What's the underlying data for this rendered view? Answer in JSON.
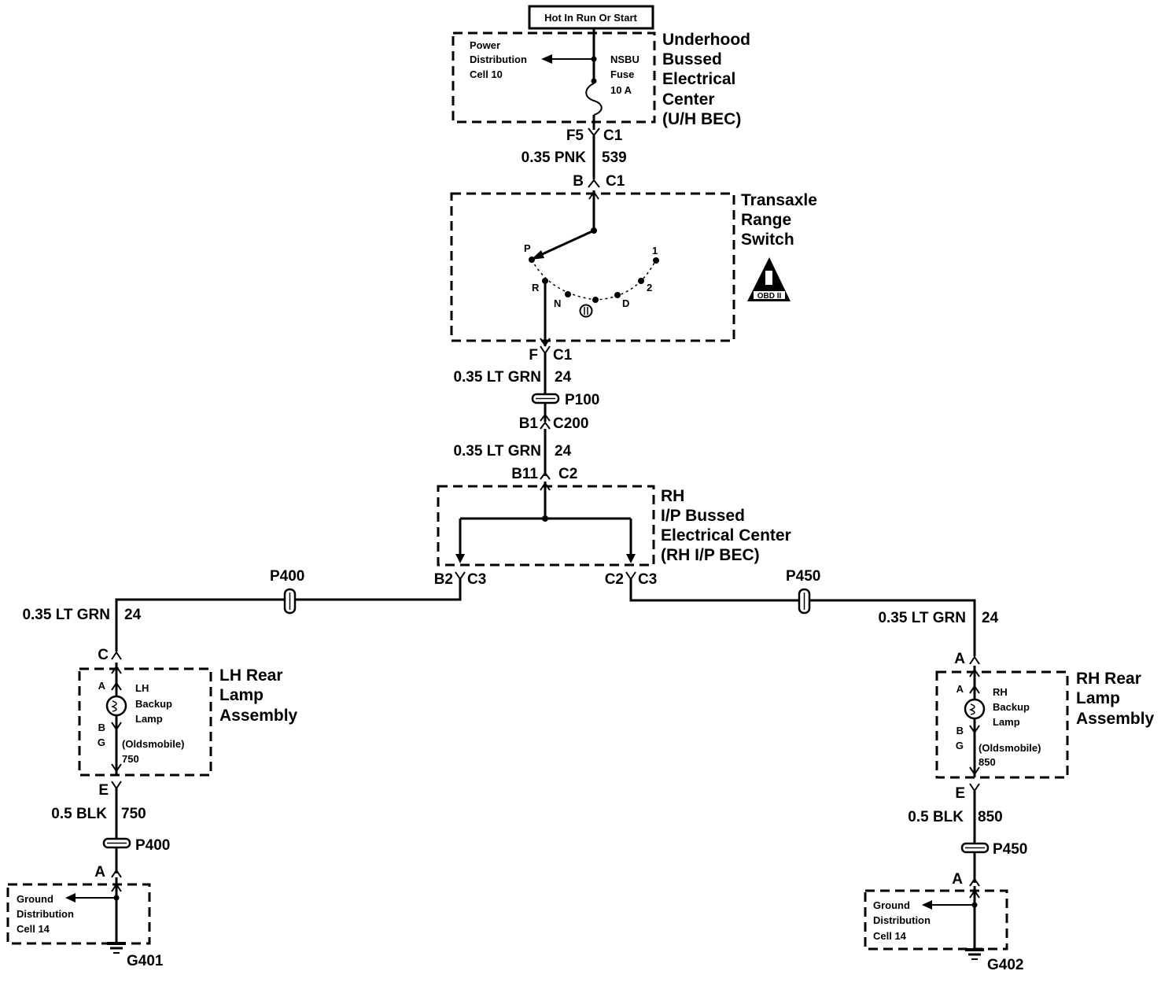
{
  "power_label": "Hot In Run Or Start",
  "components": {
    "ubec": {
      "name_lines": [
        "Underhood",
        "Bussed",
        "Electrical",
        "Center",
        "(U/H BEC)"
      ],
      "power_dist_lines": [
        "Power",
        "Distribution",
        "Cell 10"
      ],
      "fuse_lines": [
        "NSBU",
        "Fuse",
        "10 A"
      ]
    },
    "trs": {
      "name_lines": [
        "Transaxle",
        "Range",
        "Switch"
      ],
      "positions": [
        "P",
        "R",
        "N",
        "D",
        "2",
        "1"
      ],
      "obd_label": "OBD II"
    },
    "rhip": {
      "name_lines": [
        "RH",
        "I/P Bussed",
        "Electrical Center",
        "(RH I/P BEC)"
      ]
    },
    "lh_lamp": {
      "name_lines": [
        "LH Rear",
        "Lamp",
        "Assembly"
      ],
      "lamp_lines": [
        "LH",
        "Backup",
        "Lamp"
      ],
      "pin_a": "A",
      "pin_b": "B",
      "pin_g": "G",
      "oldsmobile": "(Oldsmobile)",
      "circuit": "750"
    },
    "rh_lamp": {
      "name_lines": [
        "RH Rear",
        "Lamp",
        "Assembly"
      ],
      "lamp_lines": [
        "RH",
        "Backup",
        "Lamp"
      ],
      "pin_a": "A",
      "pin_b": "B",
      "pin_g": "G",
      "oldsmobile": "(Oldsmobile)",
      "circuit": "850"
    },
    "lh_ground": {
      "lines": [
        "Ground",
        "Distribution",
        "Cell 14"
      ],
      "id": "G401"
    },
    "rh_ground": {
      "lines": [
        "Ground",
        "Distribution",
        "Cell 14"
      ],
      "id": "G402"
    }
  },
  "connectors": {
    "ubec_f5": "F5",
    "ubec_c1": "C1",
    "trs_b": "B",
    "trs_c1": "C1",
    "trs_f": "F",
    "trs_c1b": "C1",
    "p100": "P100",
    "c200_b1": "B1",
    "c200": "C200",
    "rhip_b11": "B11",
    "rhip_c2": "C2",
    "rhip_b2": "B2",
    "rhip_c3a": "C3",
    "rhip_c2b": "C2",
    "rhip_c3b": "C3",
    "p400_top": "P400",
    "p450_top": "P450",
    "lh_c": "C",
    "lh_e": "E",
    "p400_bot": "P400",
    "lh_a": "A",
    "rh_a": "A",
    "rh_e": "E",
    "p450_bot": "P450",
    "rh_a2": "A"
  },
  "wires": {
    "w1_gauge": "0.35 PNK",
    "w1_circuit": "539",
    "w2_gauge": "0.35 LT GRN",
    "w2_circuit": "24",
    "w3_gauge": "0.35 LT GRN",
    "w3_circuit": "24",
    "w4_gauge": "0.35 LT GRN",
    "w4_circuit": "24",
    "w5_gauge": "0.35 LT GRN",
    "w5_circuit": "24",
    "w6_gauge": "0.5 BLK",
    "w6_circuit": "750",
    "w7_gauge": "0.5 BLK",
    "w7_circuit": "850"
  }
}
